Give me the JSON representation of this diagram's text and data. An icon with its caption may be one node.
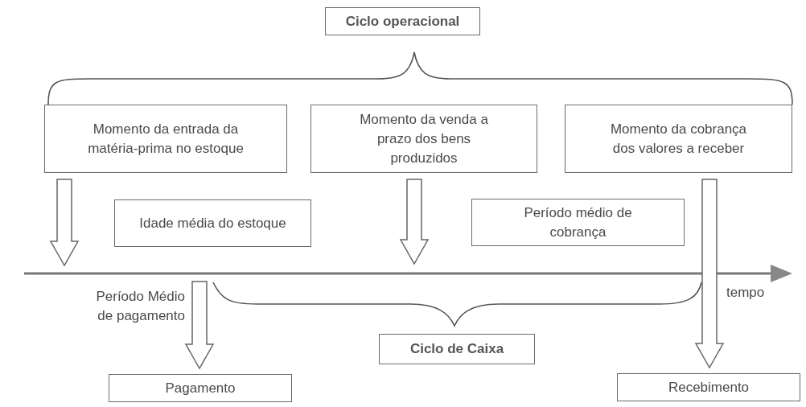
{
  "diagram": {
    "nodes": [
      {
        "text": [
          "Ciclo operacional"
        ]
      },
      {
        "text": [
          "Momento da entrada da matéria-prima no estoque"
        ]
      },
      {
        "text": [
          "Momento da venda a prazo dos bens produzidos"
        ]
      },
      {
        "text": [
          "Momento da cobrança dos valores a receber"
        ]
      },
      {
        "text": [
          "Idade média do estoque"
        ]
      },
      {
        "text": [
          "Período médio de cobrança"
        ]
      },
      {
        "text": [
          "Ciclo de Caixa"
        ]
      },
      {
        "text": [
          "Pagamento"
        ]
      },
      {
        "text": [
          "Recebimento"
        ]
      }
    ],
    "edges": [
      {
        "from": 1,
        "to": null,
        "arrow": "to"
      },
      {
        "from": 2,
        "to": null,
        "arrow": "to"
      },
      {
        "from": null,
        "to": 7,
        "arrow": "to"
      },
      {
        "from": 3,
        "to": 8,
        "arrow": "to"
      }
    ],
    "labels": [
      "Período Médio de pagamento",
      "tempo"
    ]
  }
}
